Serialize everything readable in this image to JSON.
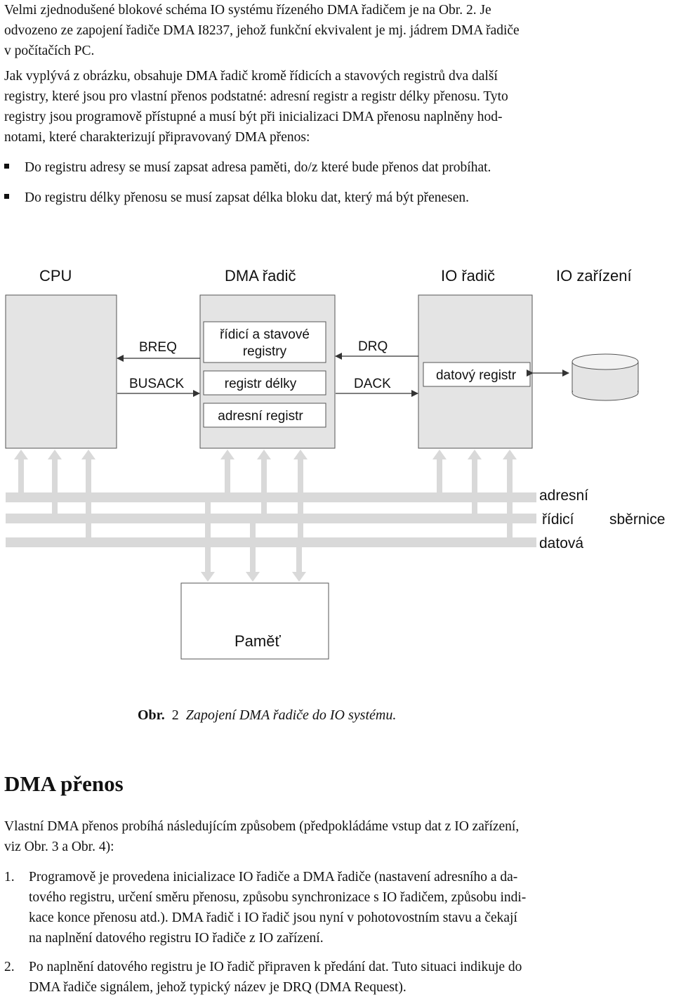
{
  "intro": {
    "lines": [
      "Velmi zjednodušené blokové schéma IO systému řízeného DMA řadičem je na Obr.  2. Je",
      "odvozeno ze zapojení řadiče DMA I8237, jehož funkční ekvivalent je mj. jádrem DMA řadiče",
      "v počítačích PC."
    ]
  },
  "para2": {
    "lines": [
      "Jak vyplývá  z obrázku, obsahuje DMA řadič kromě řídicích a stavových registrů dva další",
      "registry, které jsou pro vlastní přenos podstatné: adresní registr a registr délky přenosu. Tyto",
      "registry jsou programově přístupné a musí být při inicializaci DMA přenosu naplněny hod-",
      "notami, které charakterizují připravovaný DMA přenos:"
    ]
  },
  "bullets": [
    "Do registru adresy se musí zapsat adresa paměti, do/z které bude přenos dat probíhat.",
    "Do registru délky přenosu se musí zapsat délka bloku dat, který má být přenesen."
  ],
  "diagram": {
    "labels": {
      "cpu": "CPU",
      "dma": "DMA řadič",
      "io_ctrl": "IO řadič",
      "io_dev": "IO zařízení",
      "breq": "BREQ",
      "busack": "BUSACK",
      "drq": "DRQ",
      "dack": "DACK",
      "ctrl_reg_1": "řídicí a stavové",
      "ctrl_reg_2": "registry",
      "len_reg": "registr délky",
      "addr_reg": "adresní registr",
      "data_reg": "datový registr",
      "bus_addr": "adresní",
      "bus_ctrl": "řídicí",
      "bus_data": "datová",
      "bus": "sběrnice",
      "memory": "Paměť"
    },
    "colors": {
      "block_fill": "#e4e4e4",
      "bus_fill": "#d9d9d9",
      "stroke": "#555555"
    }
  },
  "caption": {
    "prefix": "Obr.",
    "num": "2",
    "text": "Zapojení DMA řadiče do IO systému."
  },
  "section": {
    "heading": "DMA přenos",
    "intro_lines": [
      "Vlastní DMA přenos probíhá následujícím způsobem (předpokládáme vstup dat z IO zařízení,",
      "viz Obr.  3 a Obr.  4):"
    ],
    "items": [
      {
        "num": "1.",
        "lines": [
          "Programově je provedena inicializace IO řadiče a DMA řadiče (nastavení adresního a da-",
          "tového registru, určení směru přenosu, způsobu synchronizace s IO řadičem, způsobu indi-",
          "kace konce přenosu atd.). DMA řadič i IO řadič jsou nyní v pohotovostním stavu a čekají",
          "na naplnění datového registru IO řadiče z IO zařízení."
        ]
      },
      {
        "num": "2.",
        "lines": [
          "Po naplnění datového registru je IO řadič připraven k předání dat. Tuto situaci indikuje do",
          "DMA řadiče signálem, jehož typický název je DRQ (DMA Request)."
        ]
      }
    ]
  }
}
